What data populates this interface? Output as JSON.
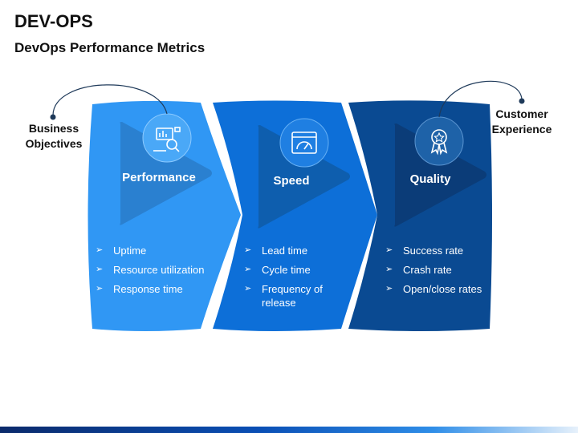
{
  "header": {
    "title": "DEV-OPS",
    "subtitle": "DevOps Performance Metrics"
  },
  "side_labels": {
    "left": [
      "Business",
      "Objectives"
    ],
    "right": [
      "Customer",
      "Experience"
    ]
  },
  "panels": [
    {
      "title": "Performance",
      "icon": "analytics-magnifier-icon",
      "color": "#3097f4",
      "items": [
        "Uptime",
        "Resource utilization",
        "Response time"
      ]
    },
    {
      "title": "Speed",
      "icon": "speedometer-window-icon",
      "color": "#0d6fd8",
      "items": [
        "Lead time",
        "Cycle time",
        "Frequency of release"
      ]
    },
    {
      "title": "Quality",
      "icon": "award-ribbon-icon",
      "color": "#0a4a92",
      "items": [
        "Success rate",
        "Crash rate",
        "Open/close rates"
      ]
    }
  ],
  "bullet_glyph": "➢",
  "colors": {
    "panel1": "#3097f4",
    "panel2": "#0d6fd8",
    "panel3": "#0a4a92",
    "connector": "#1f3a5a"
  }
}
